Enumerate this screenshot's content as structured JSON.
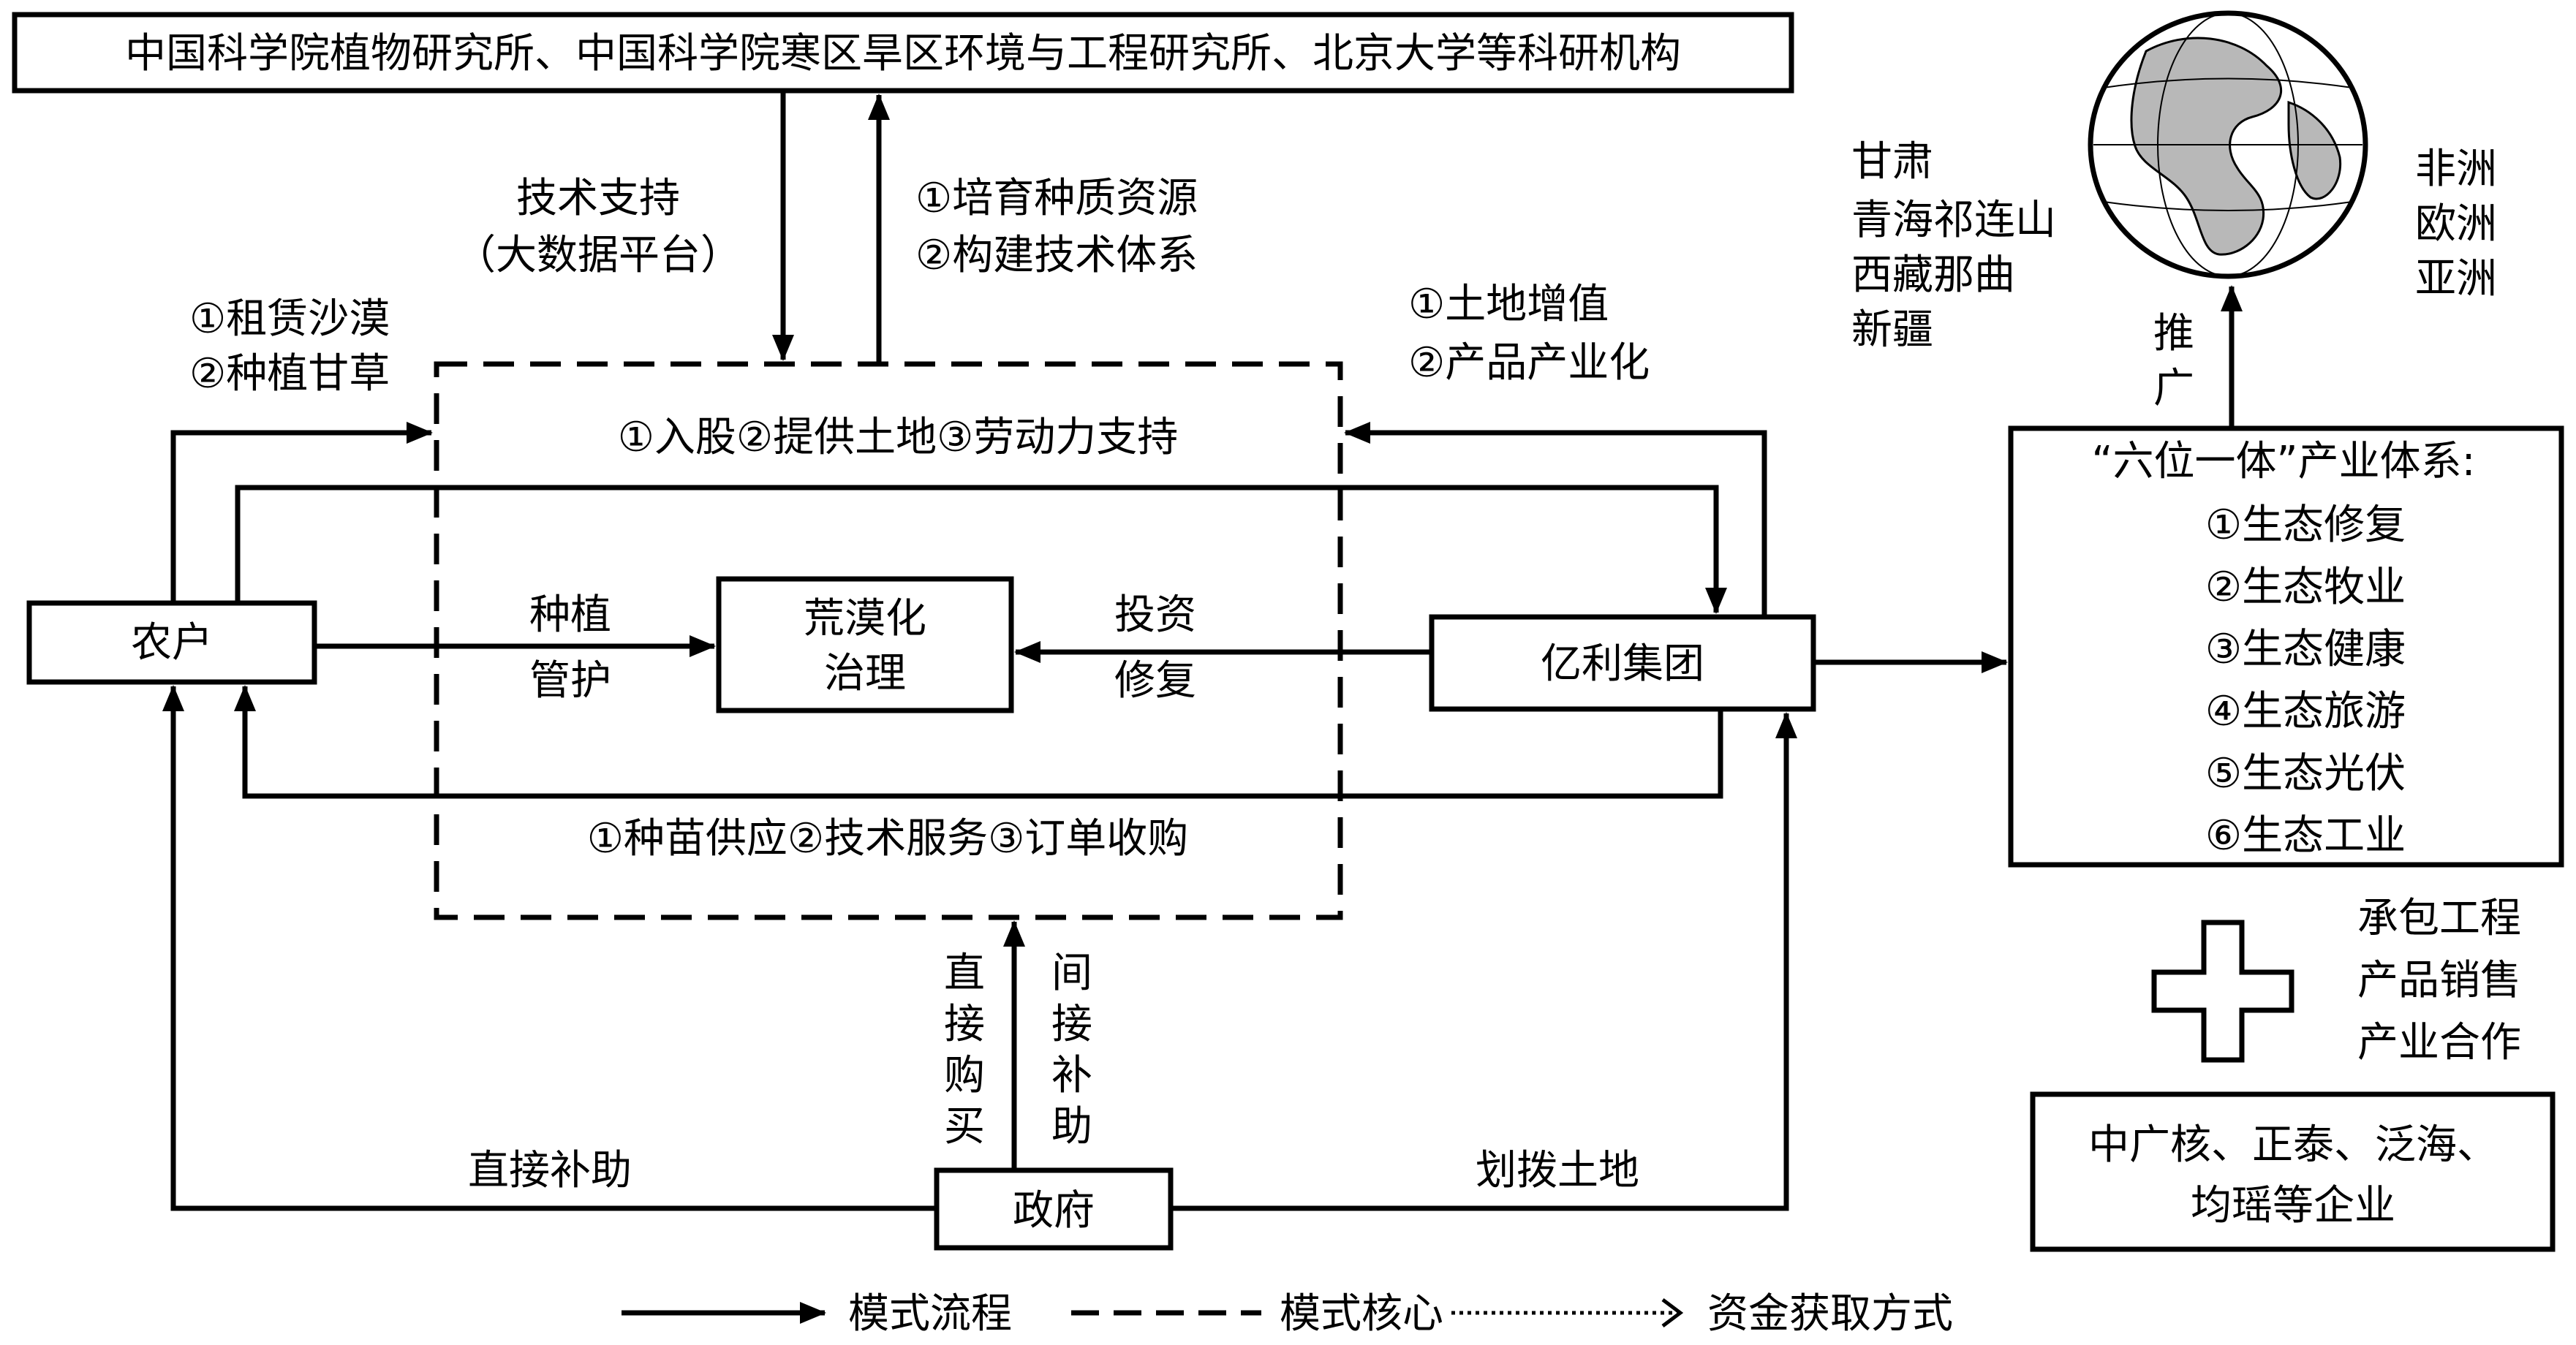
{
  "institutions": "中国科学院植物研究所、中国科学院寒区旱区环境与工程研究所、北京大学等科研机构",
  "tech_support": [
    "技术支持",
    "（大数据平台）"
  ],
  "institution_roles": [
    "①培育种质资源",
    "②构建技术体系"
  ],
  "farmer_to_core": [
    "①租赁沙漠",
    "②种植甘草"
  ],
  "group_to_core": [
    "①土地增值",
    "②产品产业化"
  ],
  "farmer_contributions": "①入股②提供土地③劳动力支持",
  "group_services": "①种苗供应②技术服务③订单收购",
  "core_box": [
    "荒漠化",
    "治理"
  ],
  "farmer": "农户",
  "group": "亿利集团",
  "government": "政府",
  "farmer_action": [
    "种植",
    "管护"
  ],
  "group_action": [
    "投资",
    "修复"
  ],
  "gov_to_core_left": [
    "直",
    "接",
    "购",
    "买"
  ],
  "gov_to_core_right": [
    "间",
    "接",
    "补",
    "助"
  ],
  "gov_to_farmer": "直接补助",
  "gov_to_group": "划拨土地",
  "domestic_regions": [
    "甘肃",
    "青海祁连山",
    "西藏那曲",
    "新疆"
  ],
  "foreign_regions": [
    "非洲",
    "欧洲",
    "亚洲"
  ],
  "promote": [
    "推",
    "广"
  ],
  "industry_system": {
    "title": "“六位一体”产业体系:",
    "items": [
      "①生态修复",
      "②生态牧业",
      "③生态健康",
      "④生态旅游",
      "⑤生态光伏",
      "⑥生态工业"
    ]
  },
  "cooperation_modes": [
    "承包工程",
    "产品销售",
    "产业合作"
  ],
  "partners": [
    "中广核、正泰、泛海、",
    "均瑶等企业"
  ],
  "legend": [
    {
      "style": "solid-arrow",
      "label": "模式流程"
    },
    {
      "style": "dashed",
      "label": "模式核心"
    },
    {
      "style": "dotted-arrow",
      "label": "资金获取方式"
    }
  ]
}
